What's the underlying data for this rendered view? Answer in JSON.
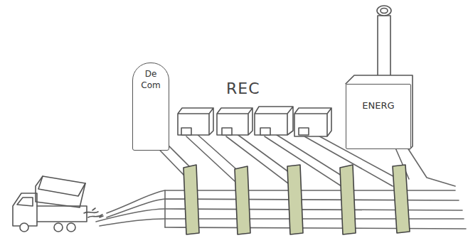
{
  "diagram": {
    "nodes": [
      {
        "text": [
          "De Com"
        ]
      },
      {
        "text": [
          "ENERG"
        ]
      }
    ],
    "labels": [
      "REC"
    ]
  }
}
